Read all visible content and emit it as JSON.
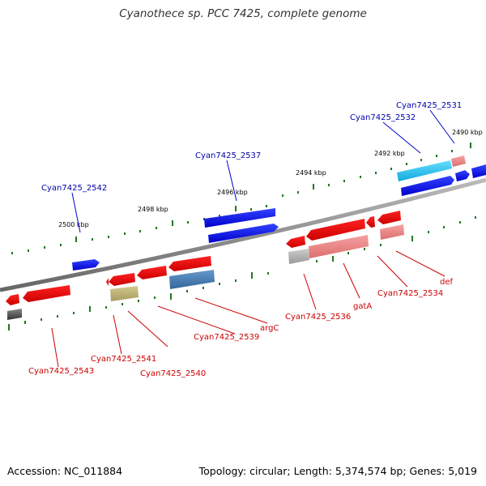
{
  "title": "Cyanothece sp. PCC 7425, complete genome",
  "footer": {
    "accession": "Accession: NC_011884",
    "topology": "Topology: circular; Length: 5,374,574 bp; Genes: 5,019"
  },
  "colors": {
    "strand_plus_label": "#0000aa",
    "strand_minus_label": "#cc0000",
    "gene_blue": "#0000ee",
    "gene_red": "#ee0000",
    "gene_cyan": "#22ccee",
    "gene_pink": "#ee8888",
    "gene_gray": "#aaaaaa",
    "gene_olive": "#bbb077",
    "gene_steel": "#4477aa",
    "gene_dark": "#555555",
    "tick": "#227722",
    "backbone": "#888888"
  },
  "ticks": [
    {
      "label": "2490 kbp"
    },
    {
      "label": "2492 kbp"
    },
    {
      "label": "2494 kbp"
    },
    {
      "label": "2496 kbp"
    },
    {
      "label": "2498 kbp"
    },
    {
      "label": "2500 kbp"
    }
  ],
  "genes_plus": [
    {
      "label": "Cyan7425_2531"
    },
    {
      "label": "Cyan7425_2532"
    },
    {
      "label": "Cyan7425_2537"
    },
    {
      "label": "Cyan7425_2542"
    }
  ],
  "genes_minus": [
    {
      "label": "def"
    },
    {
      "label": "Cyan7425_2534"
    },
    {
      "label": "gatA"
    },
    {
      "label": "Cyan7425_2536"
    },
    {
      "label": "argC"
    },
    {
      "label": "Cyan7425_2539"
    },
    {
      "label": "Cyan7425_2540"
    },
    {
      "label": "Cyan7425_2541"
    },
    {
      "label": "Cyan7425_2543"
    }
  ]
}
